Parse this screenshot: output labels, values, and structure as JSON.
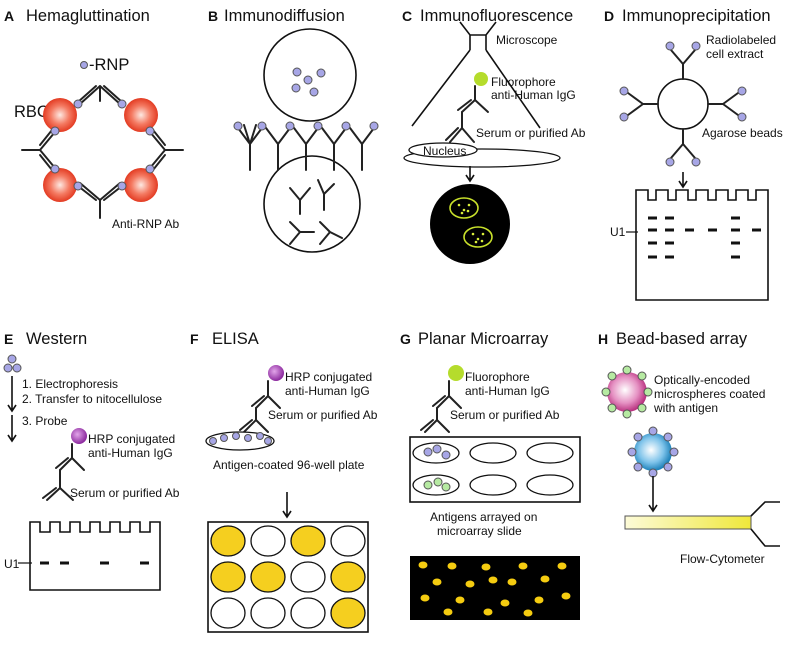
{
  "panels": {
    "A": {
      "letter": "A",
      "title": "Hemagluttination",
      "rnp": "-RNP",
      "rbcs": "RBCs",
      "antibody": "Anti-RNP Ab"
    },
    "B": {
      "letter": "B",
      "title": "Immunodiffusion"
    },
    "C": {
      "letter": "C",
      "title": "Immunofluorescence",
      "microscope": "Microscope",
      "fluor1": "Fluorophore",
      "fluor2": "anti-Human IgG",
      "serum": "Serum or purified Ab",
      "nucleus": "Nucleus"
    },
    "D": {
      "letter": "D",
      "title": "Immunoprecipitation",
      "radio1": "Radiolabeled",
      "radio2": "cell extract",
      "beads": "Agarose beads",
      "u1": "U1"
    },
    "E": {
      "letter": "E",
      "title": "Western",
      "step1": "1.  Electrophoresis",
      "step2": "2.  Transfer to nitocellulose",
      "step3": "3.  Probe",
      "hrp1": "HRP conjugated",
      "hrp2": "anti-Human IgG",
      "serum": "Serum or purified Ab",
      "u1": "U1"
    },
    "F": {
      "letter": "F",
      "title": "ELISA",
      "hrp1": "HRP conjugated",
      "hrp2": "anti-Human IgG",
      "serum": "Serum or purified Ab",
      "plate": "Antigen-coated 96-well plate"
    },
    "G": {
      "letter": "G",
      "title": "Planar Microarray",
      "fluor1": "Fluorophore",
      "fluor2": "anti-Human IgG",
      "serum": "Serum or purified Ab",
      "arr1": "Antigens arrayed on",
      "arr2": "microarray slide"
    },
    "H": {
      "letter": "H",
      "title": "Bead-based array",
      "micro1": "Optically-encoded",
      "micro2": "microspheres coated",
      "micro3": "with antigen",
      "flow": "Flow-Cytometer"
    }
  },
  "elisa_wells": [
    [
      true,
      false,
      true,
      false
    ],
    [
      true,
      true,
      false,
      true
    ],
    [
      false,
      false,
      false,
      true
    ]
  ],
  "colors": {
    "rbc": "#f0503a",
    "antigen": "#a7a6e6",
    "antigen_green": "#b6eaa2",
    "fluorophore": "#b5dc2c",
    "hrp": "#a040b0",
    "positive_well": "#f5cf1f",
    "microarray_spot": "#f5cc10",
    "bead_pink": "#d0449a",
    "bead_blue": "#2a96d0",
    "flow": "#f2ee40"
  }
}
